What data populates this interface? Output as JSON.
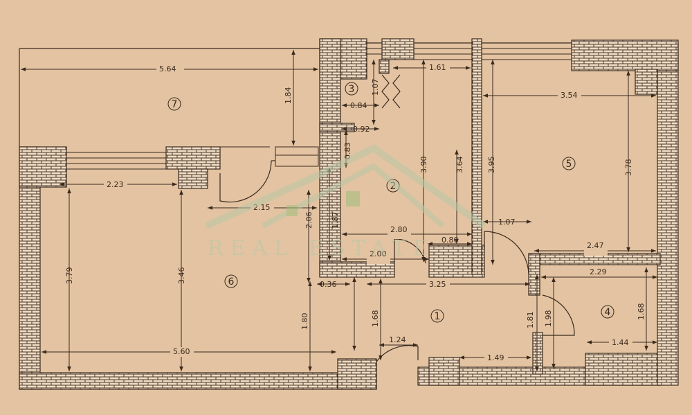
{
  "watermark": {
    "brand": "REAL ESTATE"
  },
  "rooms": [
    {
      "id": "room-1",
      "label": "1"
    },
    {
      "id": "room-2",
      "label": "2"
    },
    {
      "id": "room-3",
      "label": "3"
    },
    {
      "id": "room-4",
      "label": "4"
    },
    {
      "id": "room-5",
      "label": "5"
    },
    {
      "id": "room-6",
      "label": "6"
    },
    {
      "id": "room-7",
      "label": "7"
    }
  ],
  "dimensions": {
    "d564": "5.64",
    "d184": "1.84",
    "d161": "1.61",
    "d107a": "1.07",
    "d084": "0.84",
    "d092": "0.92",
    "d083": "0.83",
    "d390": "3.90",
    "d364": "3.64",
    "d395": "3.95",
    "d354": "3.54",
    "d378": "3.78",
    "d223": "2.23",
    "d215": "2.15",
    "d206": "2.06",
    "d187": "1.87",
    "d280": "2.80",
    "d080": "0.80",
    "d107b": "1.07",
    "d200": "2.00",
    "d247": "2.47",
    "d229": "2.29",
    "d379": "3.79",
    "d346": "3.46",
    "d036": "0.36",
    "d325": "3.25",
    "d168a": "1.68",
    "d181": "1.81",
    "d198": "1.98",
    "d168b": "1.68",
    "d180": "1.80",
    "d124": "1.24",
    "d149": "1.49",
    "d144": "1.44",
    "d560": "5.60"
  }
}
